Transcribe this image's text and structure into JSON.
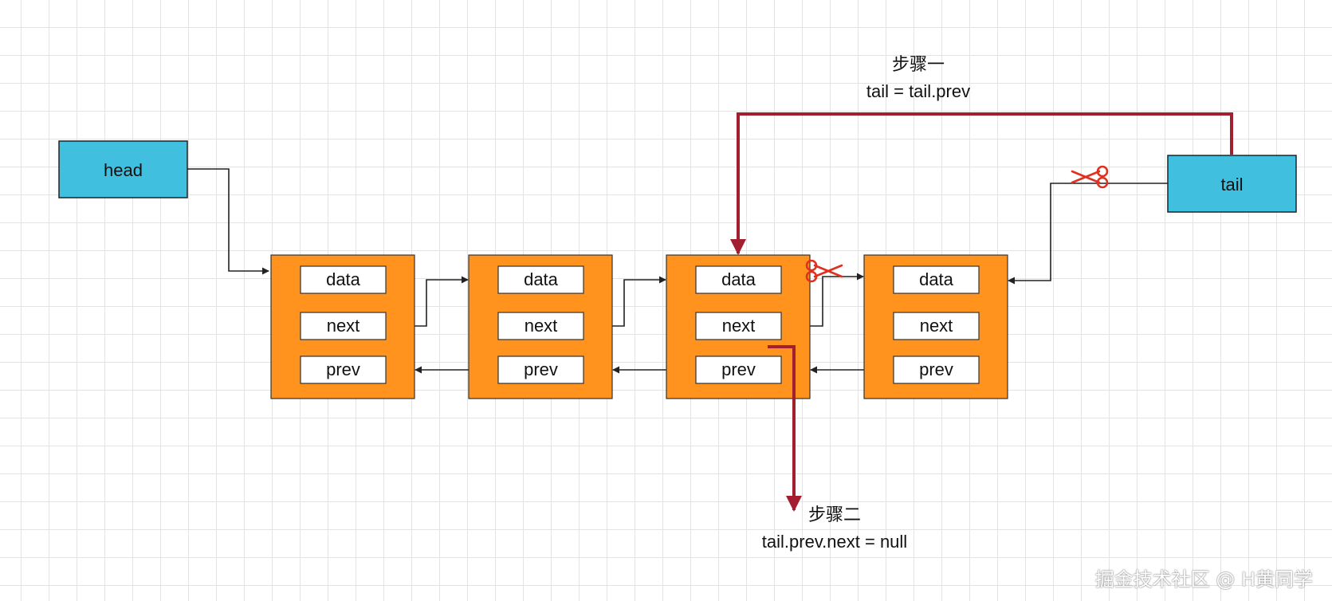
{
  "diagram": {
    "head_label": "head",
    "tail_label": "tail",
    "nodes": [
      {
        "data": "data",
        "next": "next",
        "prev": "prev"
      },
      {
        "data": "data",
        "next": "next",
        "prev": "prev"
      },
      {
        "data": "data",
        "next": "next",
        "prev": "prev"
      },
      {
        "data": "data",
        "next": "next",
        "prev": "prev"
      }
    ],
    "step1": {
      "title": "步骤一",
      "code": "tail = tail.prev"
    },
    "step2": {
      "title": "步骤二",
      "code": "tail.prev.next = null"
    }
  },
  "colors": {
    "pointer_fill": "#40c0de",
    "node_fill": "#ff931e",
    "field_fill": "#ffffff",
    "link": "#222222",
    "step_arrow": "#a31e2e",
    "scissors": "#e0301e"
  },
  "watermark": "掘金技术社区 @ H黄同学"
}
